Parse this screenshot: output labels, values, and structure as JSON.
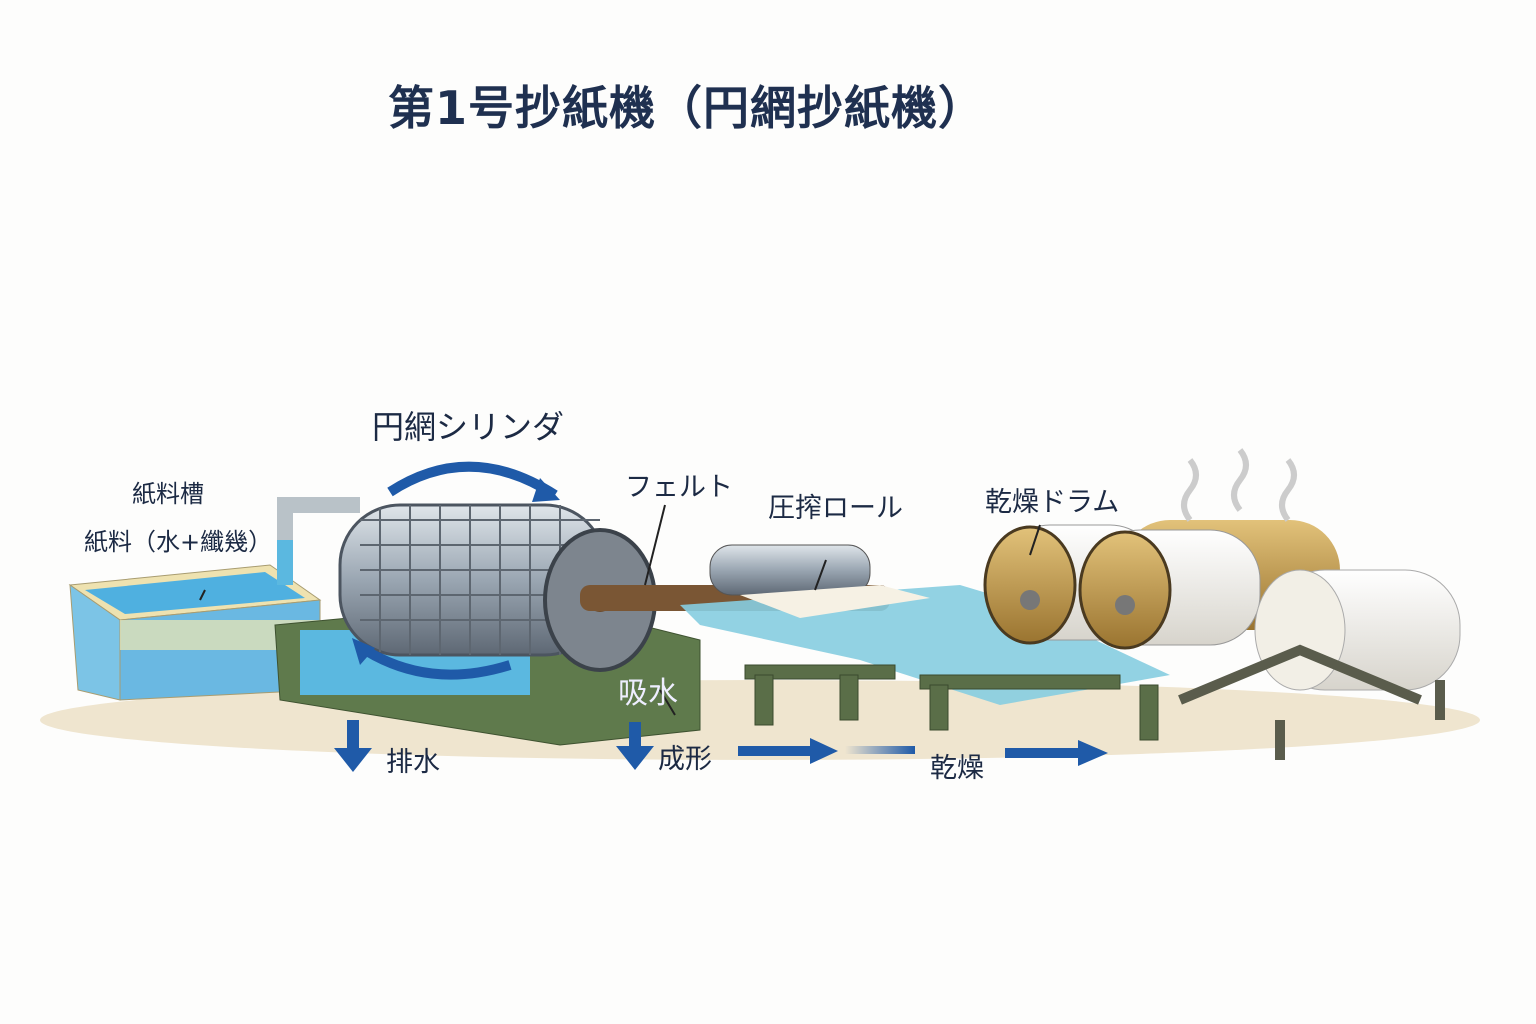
{
  "title": "第1号抄紙機（円網抄紙機）",
  "labels": {
    "cylinder": "円網シリンダ",
    "stock_tank": "紙料槽",
    "stock_content": "紙料（水+纖幾）",
    "felt": "フェルト",
    "press_roll": "圧搾ロール",
    "dryer_drum": "乾燥ドラム",
    "absorb": "吸水",
    "drain": "排水",
    "forming": "成形",
    "drying": "乾燥"
  },
  "colors": {
    "arrow": "#1f5aa8",
    "water": "#5bb8e0",
    "frame": "#5f7a4c",
    "drum": "#c89a3a"
  }
}
